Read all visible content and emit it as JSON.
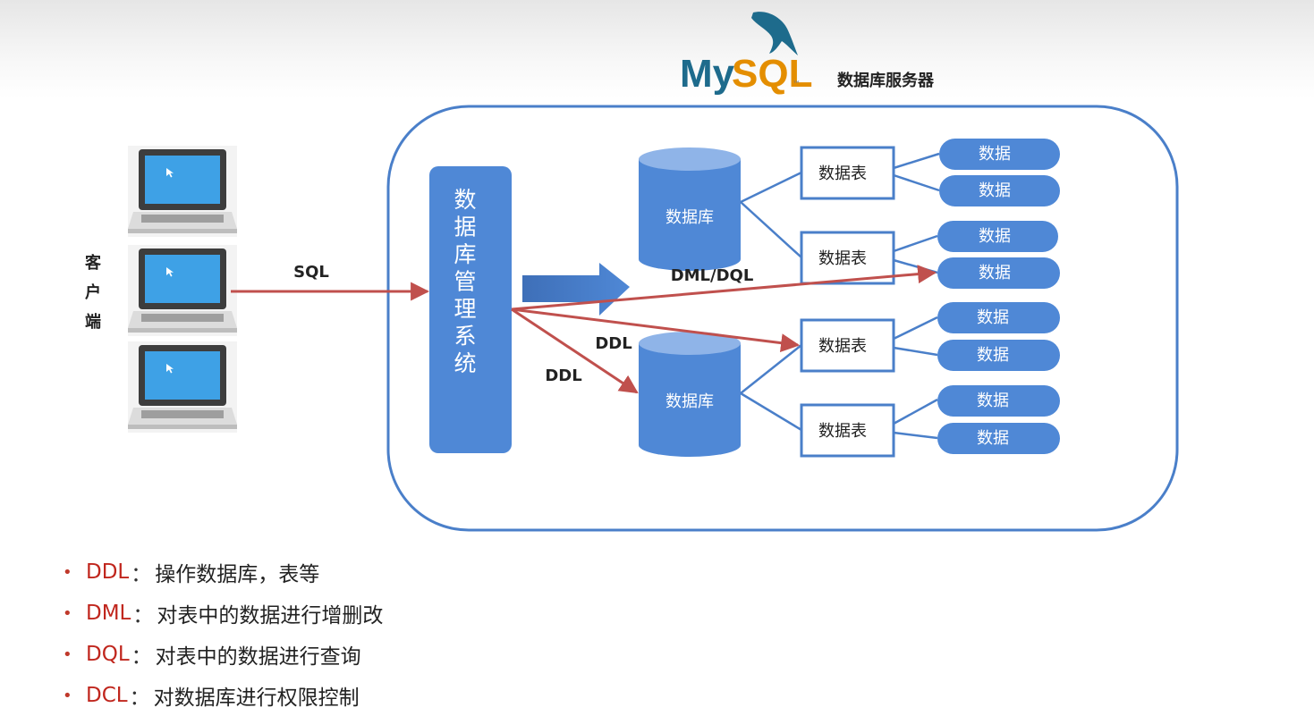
{
  "logo": {
    "text_my": "My",
    "text_sql": "SQL",
    "tm": "™",
    "colors": {
      "my": "#1e6b8c",
      "sql": "#e48e00"
    }
  },
  "server_label": "数据库服务器",
  "client_label": "客户端",
  "dbms_label": "数据库管理系统",
  "edge_labels": {
    "sql": "SQL",
    "dml_dql": "DML/DQL",
    "ddl_db": "DDL",
    "ddl_table": "DDL"
  },
  "databases": [
    {
      "label": "数据库",
      "tables": [
        {
          "label": "数据表",
          "data": [
            "数据",
            "数据"
          ]
        },
        {
          "label": "数据表",
          "data": [
            "数据",
            "数据"
          ]
        }
      ]
    },
    {
      "label": "数据库",
      "tables": [
        {
          "label": "数据表",
          "data": [
            "数据",
            "数据"
          ]
        },
        {
          "label": "数据表",
          "data": [
            "数据",
            "数据"
          ]
        }
      ]
    }
  ],
  "bullets": [
    {
      "term": "DDL",
      "colon": "：",
      "desc": "操作数据库，表等"
    },
    {
      "term": "DML",
      "colon": "：",
      "desc": "对表中的数据进行增删改"
    },
    {
      "term": "DQL",
      "colon": "：",
      "desc": "对表中的数据进行查询"
    },
    {
      "term": "DCL",
      "colon": "：",
      "desc": "对数据库进行权限控制"
    }
  ],
  "colors": {
    "blue": "#4f88d6",
    "border_blue": "#4a7fc9",
    "arrow_red": "#c0504d",
    "term_red": "#c0261d"
  }
}
